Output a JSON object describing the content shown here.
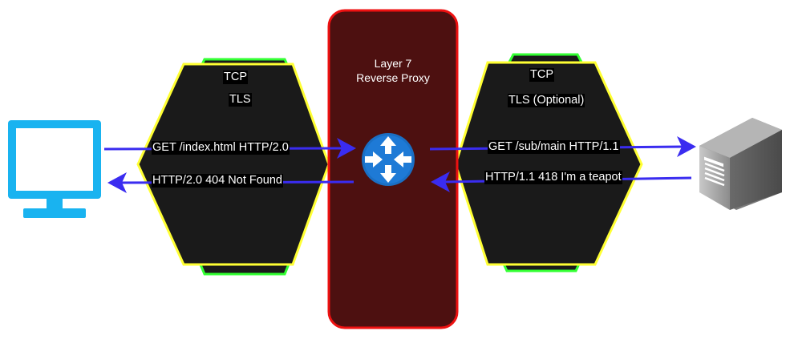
{
  "proxy": {
    "title_line1": "Layer 7",
    "title_line2": "Reverse Proxy"
  },
  "client_side": {
    "tcp_label": "TCP",
    "tls_label": "TLS",
    "request_label": "GET /index.html HTTP/2.0",
    "response_label": "HTTP/2.0 404 Not Found"
  },
  "server_side": {
    "tcp_label": "TCP",
    "tls_label": "TLS (Optional)",
    "request_label": "GET /sub/main HTTP/1.1",
    "response_label": "HTTP/1.1 418 I'm a teapot"
  },
  "colors": {
    "proxy_fill": "#4d1010",
    "proxy_border": "#ee1111",
    "tunnel_fill": "#1a1a1a",
    "tls_outline": "#ffff33",
    "tcp_outline": "#33ff33",
    "arrow": "#3a2cf0",
    "monitor": "#19b3f0",
    "router": "#1a6fc4"
  },
  "icons": {
    "client": "monitor-icon",
    "server": "server-tower-icon",
    "proxy": "router-icon"
  }
}
